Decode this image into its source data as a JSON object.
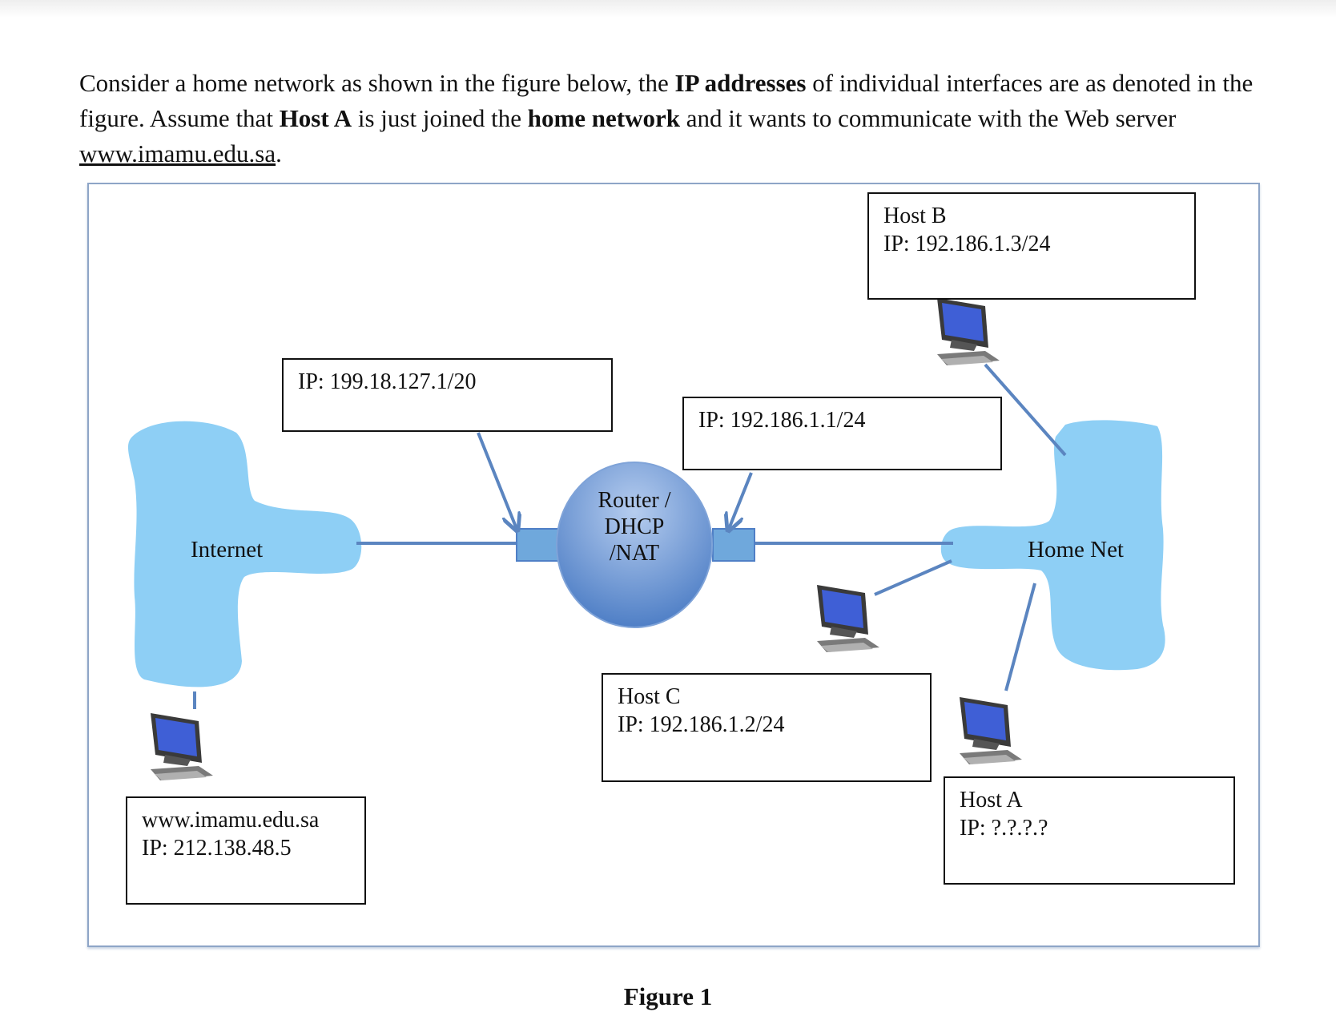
{
  "intro": {
    "p1": "Consider a home network as shown in the figure below, the ",
    "b1": "IP addresses",
    "p2": " of individual interfaces are as denoted in the figure.  Assume that ",
    "b2": "Host A",
    "p3": " is just joined the ",
    "b3": "home network",
    "p4": " and it wants to communicate with the Web server ",
    "link": "www.imamu.edu.sa",
    "p5": "."
  },
  "diagram": {
    "internet_label": "Internet",
    "home_net_label": "Home Net",
    "router_lines": [
      "Router /",
      "DHCP",
      "/NAT"
    ],
    "wan_box": "IP: 199.18.127.1/20",
    "lan_box": "IP: 192.186.1.1/24",
    "host_b": {
      "name": "Host B",
      "ip": "IP: 192.186.1.3/24"
    },
    "host_c": {
      "name": "Host C",
      "ip": "IP: 192.186.1.2/24"
    },
    "host_a": {
      "name": "Host A",
      "ip": "IP:  ?.?.?.?"
    },
    "server": {
      "name": "www.imamu.edu.sa",
      "ip": "IP: 212.138.48.5"
    },
    "caption": "Figure 1"
  },
  "colors": {
    "cloud": "#8ecff5",
    "router_top": "#a9c3ea",
    "router_bottom": "#4f7fc6",
    "link": "#5b85c0",
    "frame": "#8ea5c7"
  }
}
